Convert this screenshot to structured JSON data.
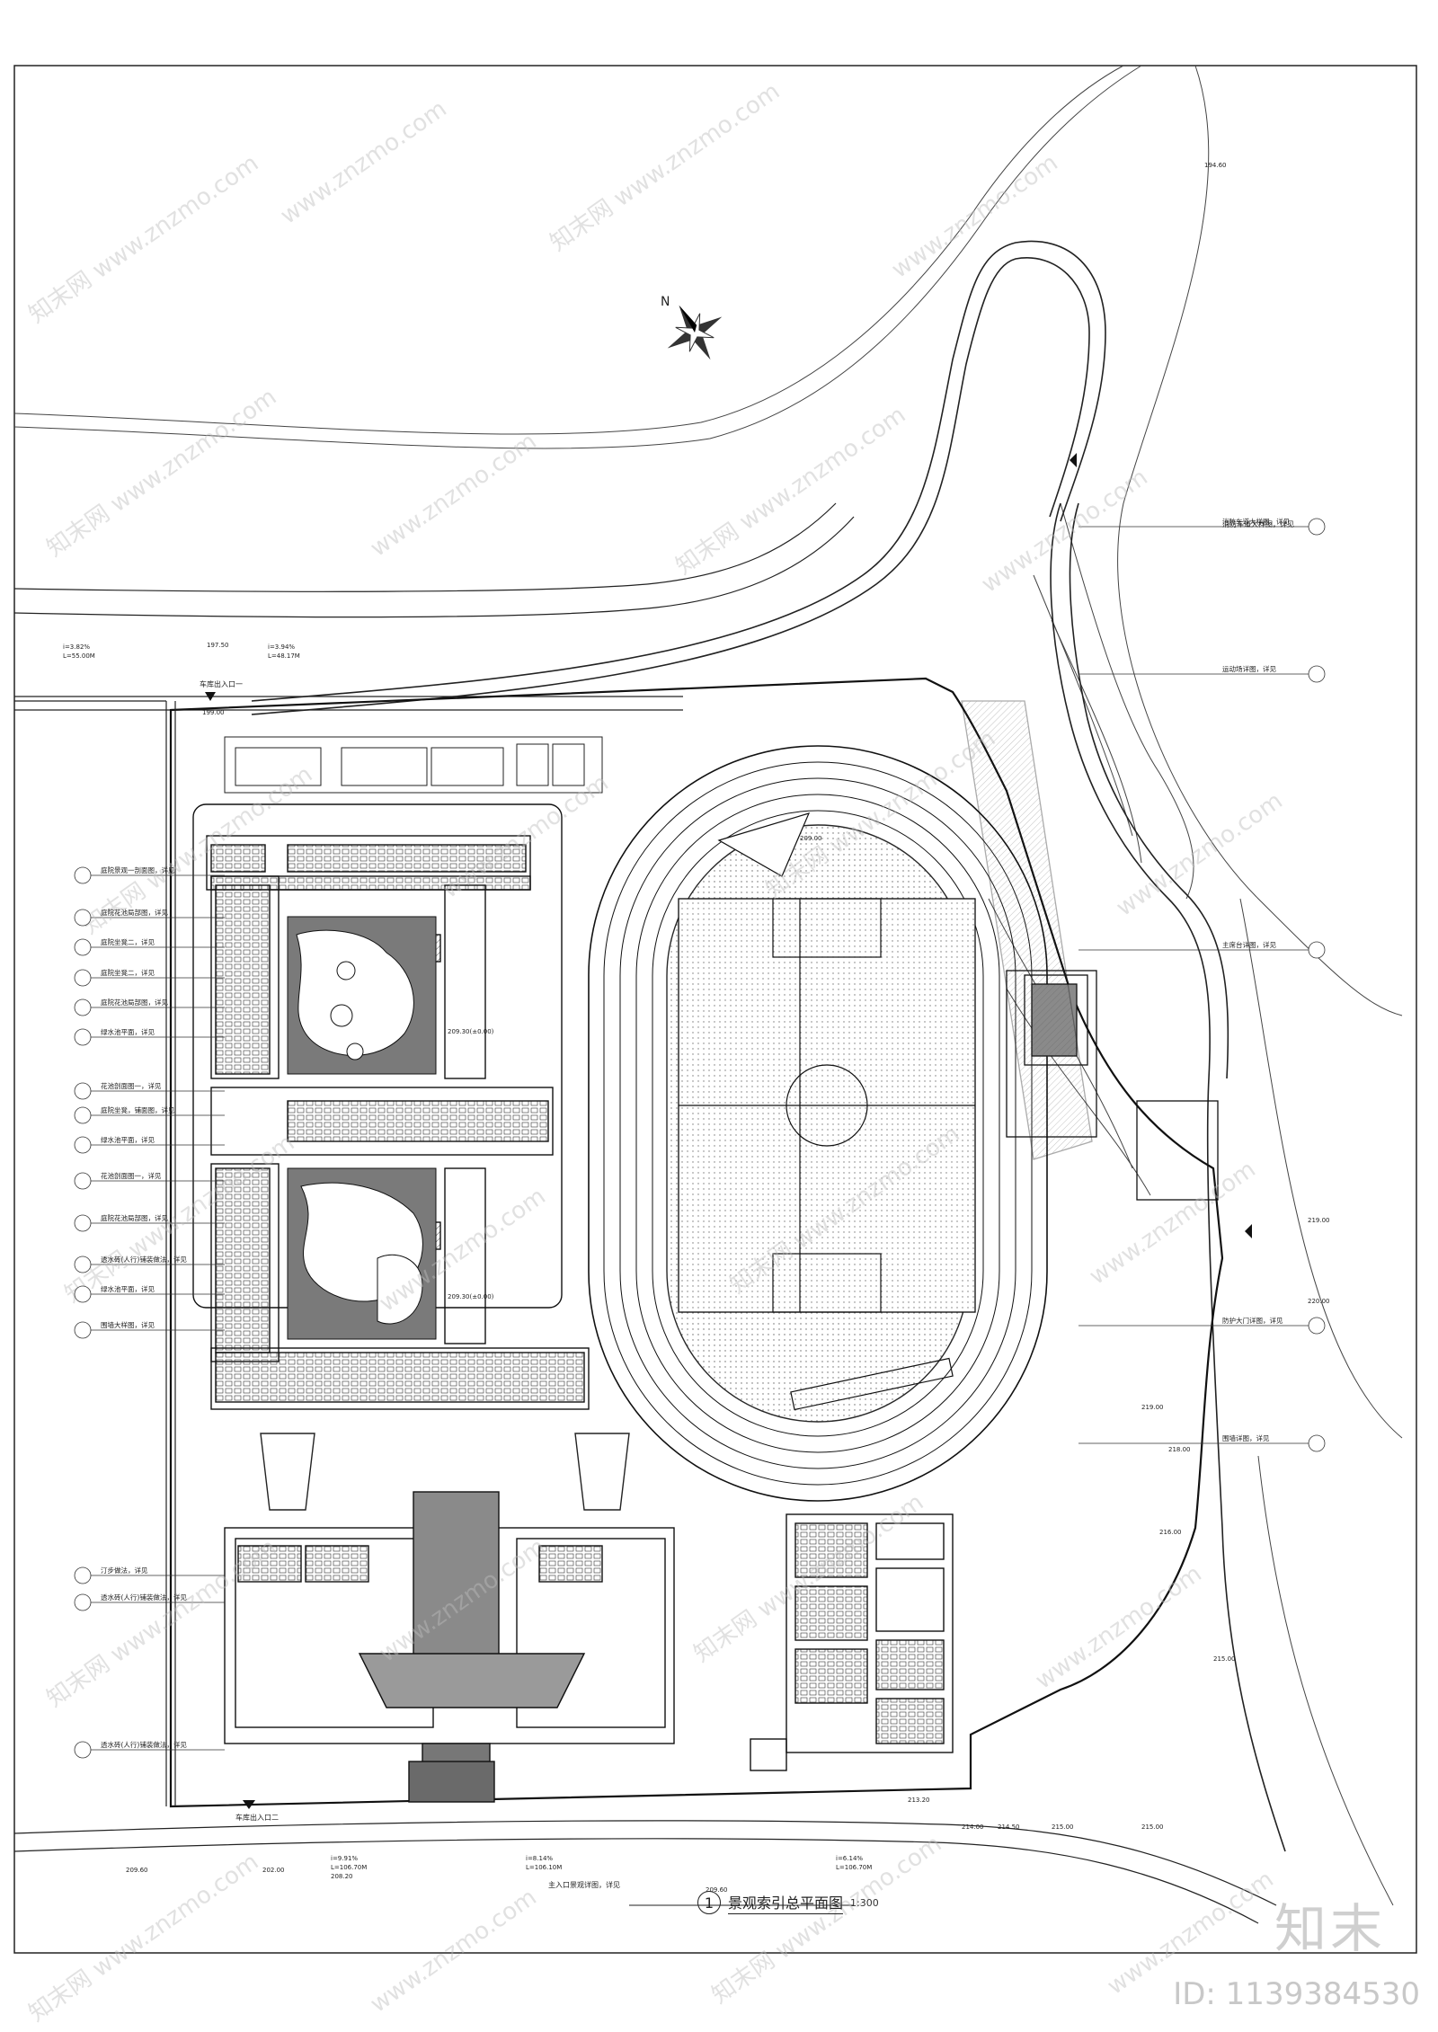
{
  "drawing": {
    "title_number": "1",
    "title": "景观索引总平面图",
    "scale": "1:300",
    "north_label": "N"
  },
  "watermarks": {
    "site_url": "www.znzmo.com",
    "site_name": "知末网"
  },
  "branding": {
    "logo_text": "知末",
    "id_text": "ID: 1139384530"
  },
  "index_callouts_left": [
    "庭院景观一剖面图，详见",
    "庭院花池局部图，详见",
    "庭院坐凳二，详见",
    "庭院坐凳二，详见",
    "庭院花池局部图，详见",
    "绿水池平面，详见",
    "花池剖面图一，详见",
    "庭院坐凳，铺面图，详见",
    "绿水池平面，详见",
    "花池剖面图一，详见",
    "庭院花池局部图，详见",
    "透水砖(人行)铺装做法，详见",
    "绿水池平面，详见",
    "围墙大样图，详见"
  ],
  "index_callouts_right": [
    "消防车道大样图，详见",
    "运动场详图，详见",
    "主席台详图，详见",
    "防护大门详图，详见",
    "围墙详图，详见"
  ],
  "index_callouts_bottom_left": [
    "汀步做法，详见",
    "透水砖(人行)铺装做法，详见",
    "透水砖(人行)铺装做法，详见"
  ],
  "labels": {
    "entrance_north": "车库出入口一",
    "entrance_south": "车库出入口二",
    "main_entrance": "主入口景观详图，详见",
    "fire_gate": "消防车道大样图，详见"
  },
  "elevations": {
    "top": [
      "194.60",
      "197.50",
      "199.00",
      "209.00"
    ],
    "right": [
      "219.00",
      "220.00",
      "219.00",
      "218.00",
      "216.00",
      "215.00"
    ],
    "bottom": [
      "209.60",
      "202.00",
      "208.20",
      "209.60",
      "213.20",
      "214.00",
      "214.50",
      "215.00",
      "215.00"
    ],
    "building_marks": [
      "209.30(±0.00)",
      "209.30(±0.00)"
    ]
  },
  "slope_notes": [
    "i=3.82%",
    "L=55.00M",
    "i=3.94%",
    "L=48.17M",
    "i=9.91%",
    "L=106.70M",
    "i=8.14%",
    "L=106.10M",
    "i=6.14%",
    "L=106.70M"
  ]
}
